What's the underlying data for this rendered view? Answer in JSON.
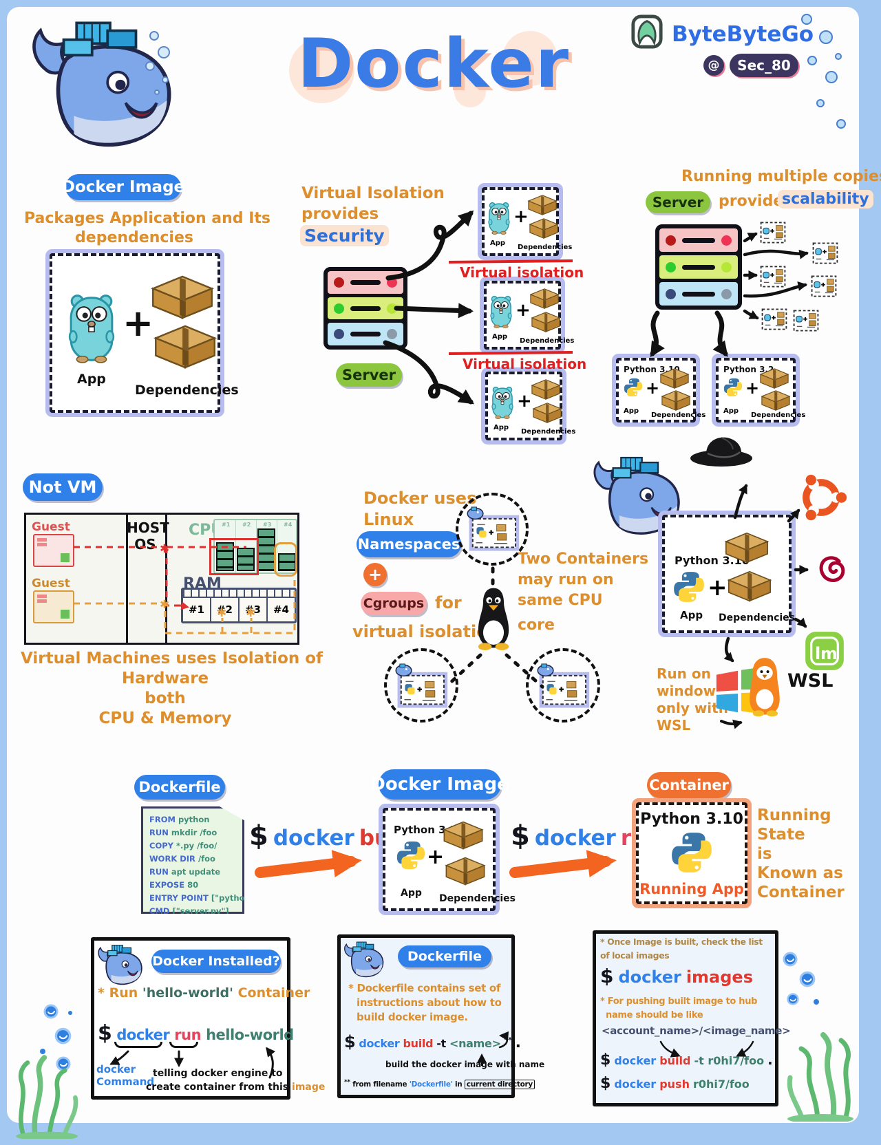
{
  "header": {
    "title": "Docker",
    "brand": "ByteByteGo",
    "at": "@",
    "handle": "Sec_80"
  },
  "shared": {
    "plus": "+",
    "app": "App",
    "dependencies": "Dependencies",
    "python310": "Python 3.10"
  },
  "docker_image": {
    "pill": "Docker Image",
    "desc1": "Packages Application and Its",
    "desc2": "dependencies"
  },
  "isolation": {
    "line1": "Virtual Isolation",
    "line2": "provides",
    "highlight": "Security",
    "server": "Server",
    "virtual_isolation": "Virtual isolation"
  },
  "scalability": {
    "line1": "Running multiple copies",
    "server": "Server",
    "line2": "provides",
    "highlight": "scalability",
    "python32": "Python 3.2"
  },
  "not_vm": {
    "pill": "Not VM",
    "guest": "Guest",
    "host": "HOST OS",
    "cpu": "CPU",
    "ram": "RAM",
    "cpu_cols": [
      "#1",
      "#2",
      "#3",
      "#4"
    ],
    "ram_slots": [
      "#1",
      "#2",
      "#3",
      "#4"
    ],
    "caption1": "Virtual Machines uses Isolation of",
    "caption2": "Hardware",
    "caption3": "both",
    "caption4": "CPU & Memory"
  },
  "linux": {
    "line1": "Docker uses",
    "line2": "Linux",
    "namespaces": "Namespaces",
    "cgroups": "Cgroups",
    "for_label": "for",
    "line3": "virtual isolation",
    "note1": "Two Containers",
    "note2": "may run on",
    "note3": "same CPU",
    "note4": "core"
  },
  "os_support": {
    "run1": "Run on",
    "run2": "window",
    "run3": "only with",
    "run4": "WSL",
    "wsl": "WSL"
  },
  "flow": {
    "dockerfile_pill": "Dockerfile",
    "code": [
      {
        "kw": "FROM",
        "arg": "python"
      },
      {
        "kw": "RUN",
        "arg": "mkdir  /foo"
      },
      {
        "kw": "COPY",
        "arg": "*.py  /foo/"
      },
      {
        "kw": "WORK DIR",
        "arg": "/foo"
      },
      {
        "kw": "RUN",
        "arg": "apt update"
      },
      {
        "kw": "EXPOSE",
        "arg": "80"
      },
      {
        "kw": "ENTRY POINT",
        "arg": "[\"python\"]"
      },
      {
        "kw": "CMD",
        "arg": "[\"server.py\"]"
      }
    ],
    "build": {
      "dollar": "$",
      "docker": "docker",
      "verb": "build"
    },
    "image_pill": "Docker Image",
    "run": {
      "dollar": "$",
      "docker": "docker",
      "verb": "run"
    },
    "container_pill": "Container",
    "running_app": "Running App",
    "note1": "Running",
    "note2": "State",
    "note3": "is",
    "note4": "Known as",
    "note5": "Container"
  },
  "installed_box": {
    "pill": "Docker Installed?",
    "star": "*",
    "bullet_pre": "Run",
    "bullet_code": "'hello-world'",
    "bullet_post": "Container",
    "cmd": {
      "dollar": "$",
      "docker": "docker",
      "verb": "run",
      "image": "hello-world"
    },
    "note_cmd1": "docker",
    "note_cmd2": "Command",
    "note2a": "telling docker engine to",
    "note2b": "create container from this",
    "note2c": "image"
  },
  "dockerfile_box": {
    "pill": "Dockerfile",
    "bullet1": "* Dockerfile contains set of",
    "bullet2": "instructions about how to",
    "bullet3": "build docker image.",
    "cmd": {
      "dollar": "$",
      "docker": "docker",
      "verb": "build",
      "flag": "-t",
      "name": "<name>",
      "stars": "**",
      "dot": "."
    },
    "note": "build the docker image with name",
    "foot_stars": "**",
    "foot1": "from filename",
    "foot_file": "'Dockerfile'",
    "foot2": "in",
    "foot3": "current directory"
  },
  "images_box": {
    "bullet1a": "* Once Image is built, check the list",
    "bullet1b": "of local images",
    "cmd1": {
      "dollar": "$",
      "docker": "docker",
      "verb": "images"
    },
    "bullet2a": "* For pushing built image to hub",
    "bullet2b": "name should be like",
    "pattern": "<account_name>/<image_name>",
    "cmd2": {
      "dollar": "$",
      "docker": "docker",
      "verb": "build",
      "rest": "-t r0hi7/foo",
      "dot": "."
    },
    "cmd3": {
      "dollar": "$",
      "docker": "docker",
      "verb": "push",
      "rest": "r0hi7/foo"
    }
  },
  "icons": {
    "mint_text": "lm"
  },
  "colors": {
    "accent_blue": "#2f80e8",
    "orange": "#dd8f2e",
    "red": "#e2382e",
    "green_pill": "#8cc63e",
    "teal_code": "#3f7f6e",
    "frame_blue": "#a3c9f3",
    "container_orange": "#f07030"
  }
}
